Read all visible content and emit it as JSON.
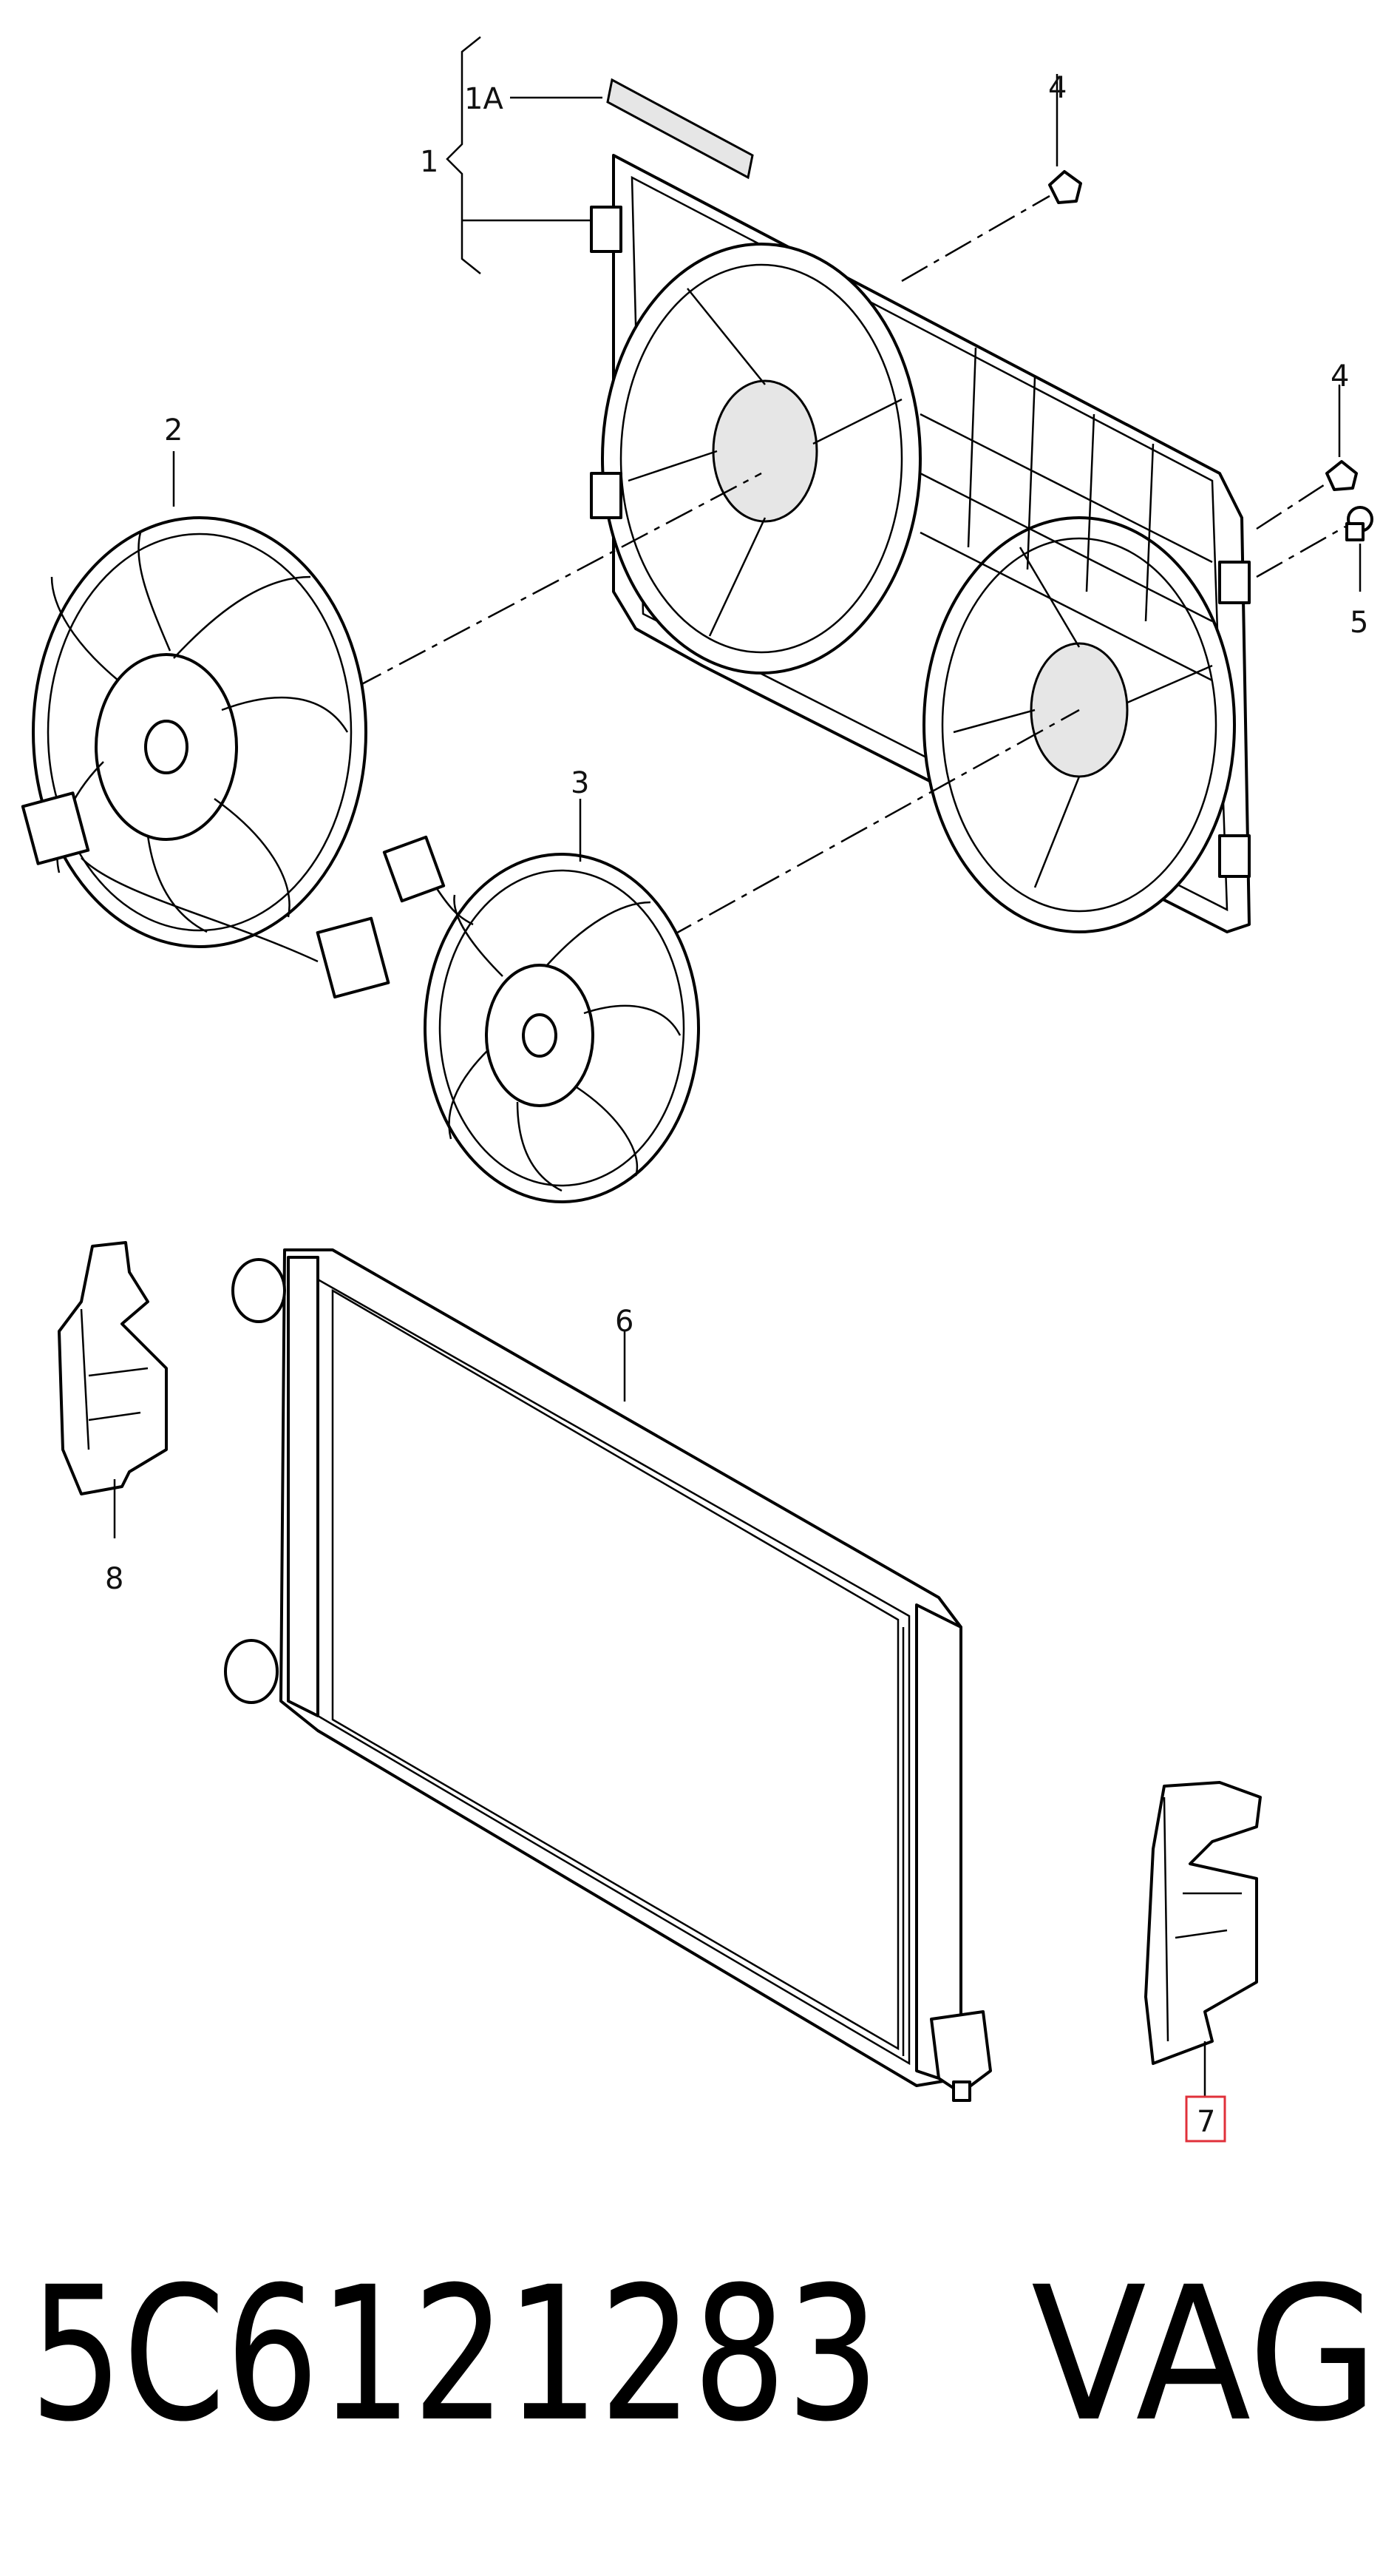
{
  "callouts": {
    "c1": "1",
    "c1a": "1A",
    "c2": "2",
    "c3": "3",
    "c4a": "4",
    "c4b": "4",
    "c5": "5",
    "c6": "6",
    "c7": "7",
    "c8": "8"
  },
  "highlighted_callout": "7",
  "footer": {
    "part_number": "5C6121283",
    "brand": "VAG"
  },
  "colors": {
    "highlight": "#e0303a",
    "line": "#000000"
  }
}
